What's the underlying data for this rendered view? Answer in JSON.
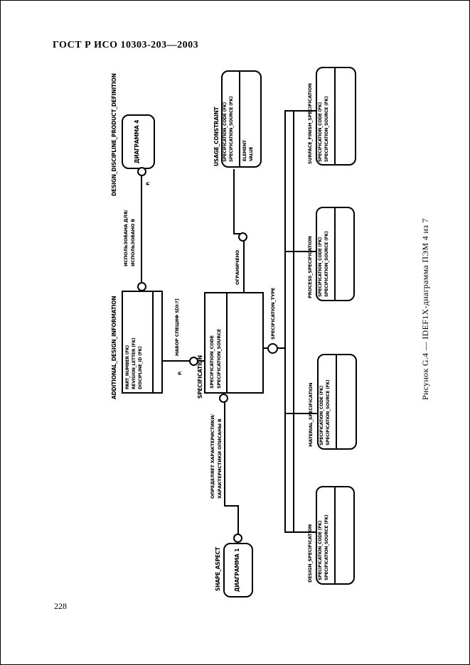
{
  "page": {
    "header": "ГОСТ Р ИСО 10303-203—2003",
    "page_number": "228",
    "caption": "Рисунок G.4 — IDEF1X-диаграмма ПЭМ 4 из 7"
  },
  "diagram": {
    "design_discipline": {
      "label": "DESIGN_DISCIPLINE_PRODUCT_DEFINITION",
      "body": "ДИАГРАММА 4"
    },
    "usage_constraint": {
      "label": "USAGE_CONSTRAINT",
      "keys": [
        "SPECIFICATION_CODE (FK)",
        "SPECIFICATION_SOURCE (FK)"
      ],
      "attrs": [
        "ELEMENT",
        "VALUE"
      ]
    },
    "additional": {
      "label": "ADDITIONAL_DESIGN_INFORMATION",
      "keys": [
        "PART_NUMBER (FK)",
        "REVISION_LETTER (FK)",
        "DISCIPLINE_ID (FK)"
      ]
    },
    "specification": {
      "label": "SPECIFICATION",
      "keys": [
        "SPECIFICATION_CODE",
        "SPECIFICATION_SOURCE"
      ]
    },
    "shape_aspect": {
      "label": "SHAPE_ASPECT",
      "body": "ДИАГРАММА 1"
    },
    "surface_finish": {
      "label": "SURFACE_FINISH_SPECIFICATION",
      "keys": [
        "SPECIFICATION_CODE (FK)",
        "SPECIFICATION_SOURCE (FK)"
      ]
    },
    "process": {
      "label": "PROCESS_SPECIFICATION",
      "keys": [
        "SPECIFICATION_CODE (FK)",
        "SPECIFICATION_SOURCE (FK)"
      ]
    },
    "material": {
      "label": "MATERIAL_SPECIFICATION",
      "keys": [
        "SPECIFICATION_CODE (FK)",
        "SPECIFICATION_SOURCE (FK)"
      ]
    },
    "design_spec": {
      "label": "DESIGN_SPECIFICATION",
      "keys": [
        "SPECIFICATION_CODE (FK)",
        "SPECIFICATION_SOURCE (FK)"
      ]
    },
    "relations": {
      "used_for": "ИСПОЛЬЗОВАНА ДЛЯ/",
      "used_in": "ИСПОЛЬЗОВАНО В",
      "p1": "P.",
      "p2": "P.",
      "set_of_specs": "НАБОР СПЕЦИФ S[0:?]",
      "constrained": "ОГРАНИЧЕНО",
      "defines_a": "ОПРЕДЕЛЯЕТ ХАРАКТЕРИСТИКИ/",
      "defines_b": "ХАРАКТЕРИСТИКИ ОПИСАНЫ В",
      "discriminator": "SPECIFICATION_TYPE"
    }
  }
}
